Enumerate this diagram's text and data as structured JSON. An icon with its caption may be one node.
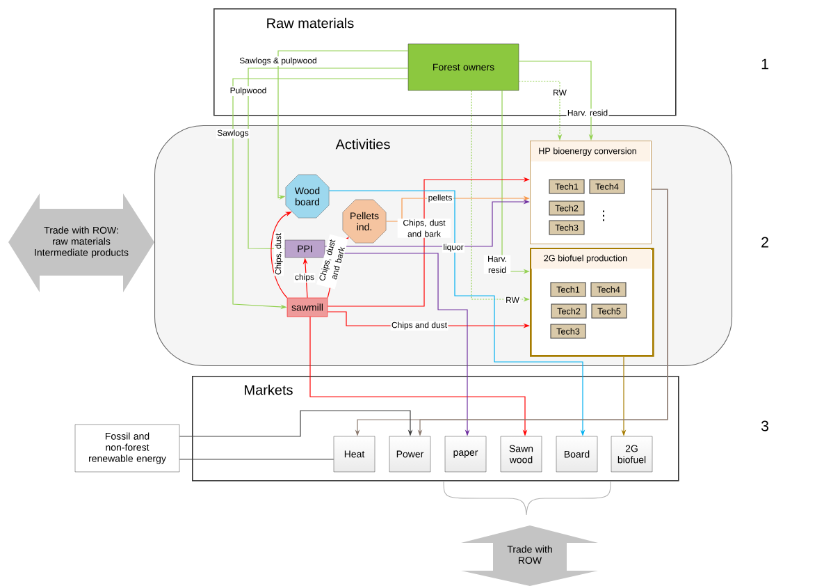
{
  "diagram": {
    "nodes": [
      {
        "text": [
          "Raw materials"
        ]
      },
      {
        "text": [
          "Forest owners"
        ],
        "in": 0
      },
      {
        "text": [
          "Activities"
        ]
      },
      {
        "text": [
          "HP bioenergy conversion"
        ],
        "in": 2
      },
      {
        "text": [
          "Tech1"
        ],
        "in": 3
      },
      {
        "text": [
          "Tech4"
        ],
        "in": 3
      },
      {
        "text": [
          "Tech2"
        ],
        "in": 3
      },
      {
        "text": [
          "Tech3"
        ],
        "in": 3
      },
      {
        "text": [
          "2G biofuel production"
        ],
        "in": 2
      },
      {
        "text": [
          "Tech1"
        ],
        "in": 8
      },
      {
        "text": [
          "Tech4"
        ],
        "in": 8
      },
      {
        "text": [
          "Tech2"
        ],
        "in": 8
      },
      {
        "text": [
          "Tech5"
        ],
        "in": 8
      },
      {
        "text": [
          "Tech3"
        ],
        "in": 8
      },
      {
        "text": [
          "Wood board"
        ],
        "in": 2
      },
      {
        "text": [
          "Pellets ind."
        ],
        "in": 2
      },
      {
        "text": [
          "PPI"
        ],
        "in": 2
      },
      {
        "text": [
          "sawmill"
        ],
        "in": 2
      },
      {
        "text": [
          "Markets"
        ]
      },
      {
        "text": [
          "Heat"
        ],
        "in": 18
      },
      {
        "text": [
          "Power"
        ],
        "in": 18
      },
      {
        "text": [
          "paper"
        ],
        "in": 18
      },
      {
        "text": [
          "Sawn wood"
        ],
        "in": 18
      },
      {
        "text": [
          "Board"
        ],
        "in": 18
      },
      {
        "text": [
          "2G biofuel"
        ],
        "in": 18
      },
      {
        "text": [
          "Fossil and non-forest renewable energy"
        ]
      },
      {
        "text": [
          "Trade with ROW: raw materials Intermediate products"
        ]
      },
      {
        "text": [
          "Trade with ROW"
        ]
      }
    ],
    "edges": [
      {
        "from": 1,
        "to": 14,
        "arrow": "to",
        "label": "Sawlogs & pulpwood"
      },
      {
        "from": 1,
        "to": 16,
        "arrow": "to",
        "label": "Pulpwood"
      },
      {
        "from": 1,
        "to": 17,
        "arrow": "to",
        "label": "Sawlogs"
      },
      {
        "from": 1,
        "to": 3,
        "arrow": "to",
        "label": "RW",
        "style": "dashed"
      },
      {
        "from": 1,
        "to": 3,
        "arrow": "to",
        "label": "Harv. resid"
      },
      {
        "from": 1,
        "to": 8,
        "arrow": "to",
        "label": "Harv. resid"
      },
      {
        "from": 1,
        "to": 8,
        "arrow": "to",
        "label": "RW",
        "style": "dashed"
      },
      {
        "from": 17,
        "to": 16,
        "arrow": "to",
        "label": "chips",
        "color": "#ff0000"
      },
      {
        "from": 17,
        "to": 14,
        "arrow": "to",
        "label": "Chips, dust",
        "color": "#ff0000"
      },
      {
        "from": 17,
        "to": 15,
        "arrow": "to",
        "label": "Chips, dust and bark",
        "color": "#ff0000"
      },
      {
        "from": 17,
        "to": 3,
        "arrow": "to",
        "label": "Chips, dust and bark",
        "color": "#ff0000"
      },
      {
        "from": 17,
        "to": 8,
        "arrow": "to",
        "label": "Chips and dust",
        "color": "#ff0000"
      },
      {
        "from": 17,
        "to": 22,
        "arrow": "to",
        "color": "#ff0000"
      },
      {
        "from": 15,
        "to": 3,
        "arrow": "to",
        "label": "pellets",
        "color": "#f79646"
      },
      {
        "from": 16,
        "to": 3,
        "arrow": "to",
        "label": "liquor",
        "color": "#7030a0"
      },
      {
        "from": 16,
        "to": 21,
        "arrow": "to",
        "color": "#7030a0"
      },
      {
        "from": 14,
        "to": 23,
        "arrow": "to",
        "color": "#00b0f0"
      },
      {
        "from": 8,
        "to": 24,
        "arrow": "to",
        "color": "#a67c00"
      },
      {
        "from": 3,
        "to": 19,
        "arrow": "to",
        "color": "#8c7b70"
      },
      {
        "from": 3,
        "to": 20,
        "arrow": "to",
        "color": "#8c7b70"
      },
      {
        "from": 25,
        "to": 20,
        "arrow": "to",
        "color": "#404040"
      },
      {
        "from": 25,
        "to": 19,
        "arrow": "none",
        "color": "#404040"
      }
    ],
    "labels": [
      "1",
      "2",
      "3",
      "⋮"
    ]
  }
}
